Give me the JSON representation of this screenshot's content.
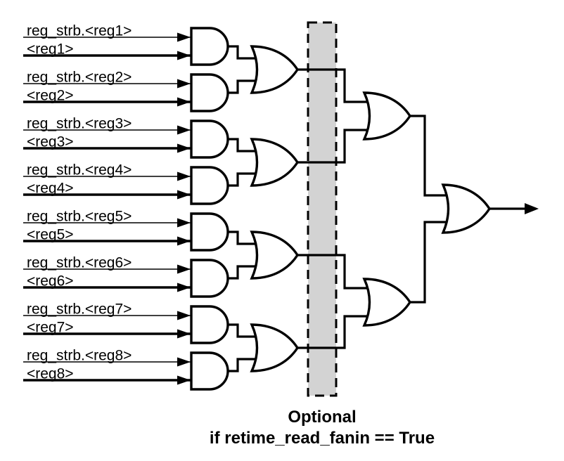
{
  "diagram": {
    "inputs": [
      {
        "strobe_label": "reg_strb.<reg1>",
        "value_label": "<reg1>"
      },
      {
        "strobe_label": "reg_strb.<reg2>",
        "value_label": "<reg2>"
      },
      {
        "strobe_label": "reg_strb.<reg3>",
        "value_label": "<reg3>"
      },
      {
        "strobe_label": "reg_strb.<reg4>",
        "value_label": "<reg4>"
      },
      {
        "strobe_label": "reg_strb.<reg5>",
        "value_label": "<reg5>"
      },
      {
        "strobe_label": "reg_strb.<reg6>",
        "value_label": "<reg6>"
      },
      {
        "strobe_label": "reg_strb.<reg7>",
        "value_label": "<reg7>"
      },
      {
        "strobe_label": "reg_strb.<reg8>",
        "value_label": "<reg8>"
      }
    ],
    "caption": {
      "line1": "Optional",
      "line2": "if retime_read_fanin == True"
    },
    "colors": {
      "background": "#ffffff",
      "wire": "#000000",
      "gate_fill": "#ffffff",
      "gate_stroke": "#000000",
      "optional_region_fill": "#d3d3d3",
      "optional_region_border": "#000000",
      "text": "#000000"
    }
  }
}
